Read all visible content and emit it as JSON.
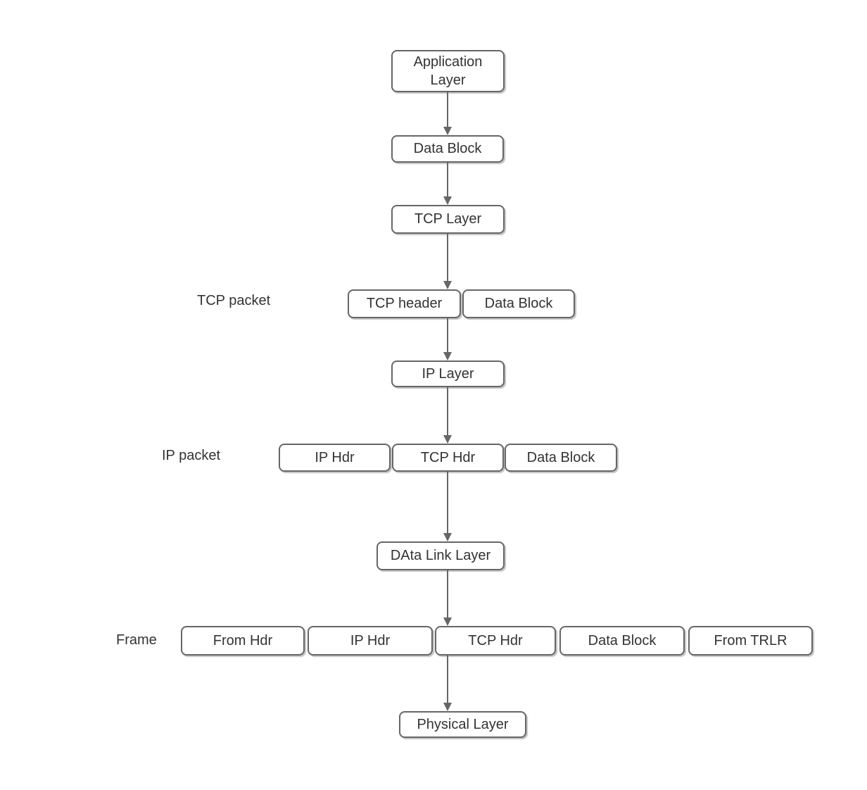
{
  "colors": {
    "box_border": "#666666",
    "box_fill": "#ffffff",
    "text_color": "#333333",
    "arrow_color": "#666666",
    "background": "#ffffff"
  },
  "pipeline": {
    "application_layer": "Application Layer",
    "data_block": "Data Block",
    "tcp_layer": "TCP Layer",
    "ip_layer": "IP Layer",
    "data_link_layer": "DAta Link Layer",
    "physical_layer": "Physical Layer"
  },
  "tcp_packet_row": {
    "label": "TCP packet",
    "boxes": [
      "TCP header",
      "Data Block"
    ]
  },
  "ip_packet_row": {
    "label": "IP packet",
    "boxes": [
      "IP Hdr",
      "TCP Hdr",
      "Data Block"
    ]
  },
  "frame_row": {
    "label": "Frame",
    "boxes": [
      "From Hdr",
      "IP Hdr",
      "TCP Hdr",
      "Data Block",
      "From TRLR"
    ]
  }
}
